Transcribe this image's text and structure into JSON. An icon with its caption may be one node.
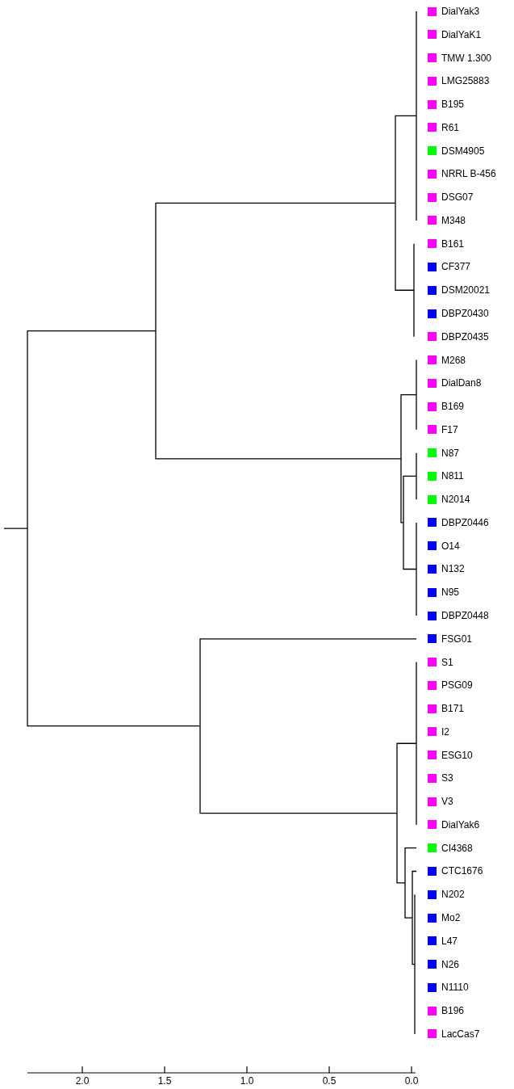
{
  "diagram": {
    "labels": [
      "DialYak3",
      "DialYaK1",
      "TMW 1.300",
      "LMG25883",
      "B195",
      "R61",
      "DSM4905",
      "NRRL B-456",
      "DSG07",
      "M348",
      "B161",
      "CF377",
      "DSM20021",
      "DBPZ0430",
      "DBPZ0435",
      "M268",
      "DialDan8",
      "B169",
      "F17",
      "N87",
      "N811",
      "N2014",
      "DBPZ0446",
      "O14",
      "N132",
      "N95",
      "DBPZ0448",
      "FSG01",
      "S1",
      "PSG09",
      "B171",
      "I2",
      "ESG10",
      "S3",
      "V3",
      "DialYak6",
      "CI4368",
      "CTC1676",
      "N202",
      "Mo2",
      "L47",
      "N26",
      "N1110",
      "B196",
      "LacCas7",
      "2.0",
      "1.5",
      "1.0",
      "0.5",
      "0.0"
    ]
  }
}
